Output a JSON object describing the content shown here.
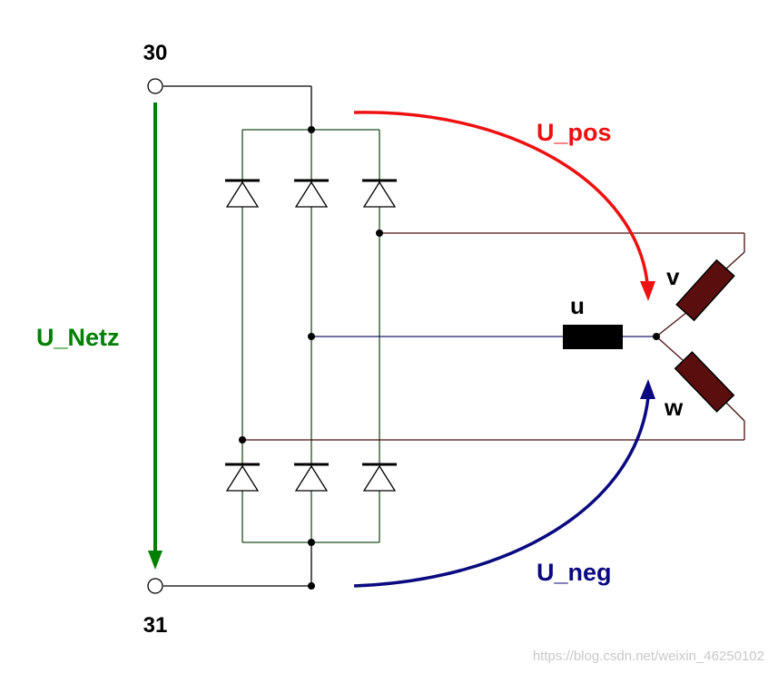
{
  "terminals": {
    "top": "30",
    "bottom": "31"
  },
  "voltages": {
    "netz": "U_Netz",
    "pos": "U_pos",
    "neg": "U_neg"
  },
  "phases": {
    "u": "u",
    "v": "v",
    "w": "w"
  },
  "watermark": "https://blog.csdn.net/weixin_46250102",
  "colors": {
    "wire_supply": "#000000",
    "wire_bridge": "#1f4e1f",
    "wire_phase_u": "#1a1a6e",
    "wire_phase_vw": "#4a1010",
    "netz": "#008000",
    "pos": "#ee1111",
    "neg": "#0a0a80",
    "winding_u": "#000000",
    "winding_vw": "#5a0e0e"
  }
}
